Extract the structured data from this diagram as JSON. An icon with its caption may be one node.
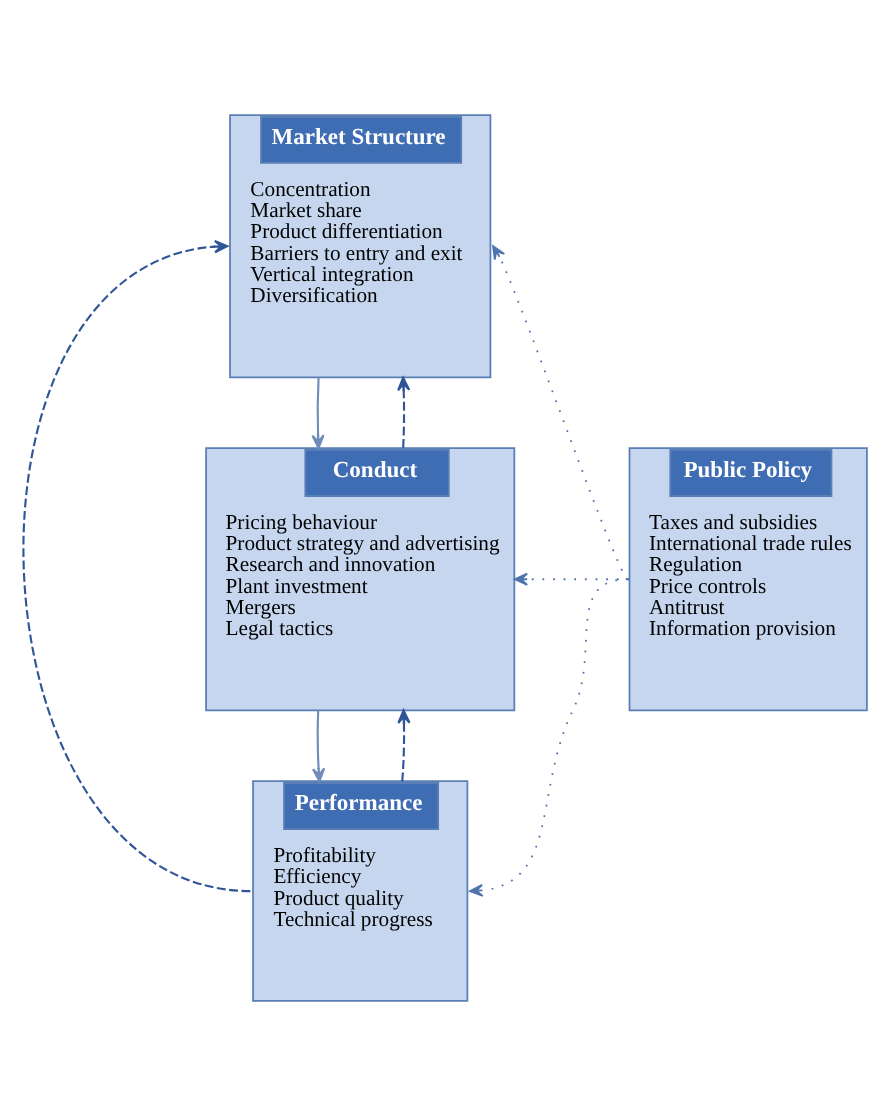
{
  "diagram": {
    "nodes": [
      {
        "text": [
          "Market Structure",
          "Concentration",
          "Market share",
          "Product differentiation",
          "Barriers to entry and exit",
          "Vertical integration",
          "Diversification"
        ]
      },
      {
        "text": [
          "Conduct",
          "Pricing behaviour",
          "Product strategy and advertising",
          "Research and innovation",
          "Plant investment",
          "Mergers",
          "Legal tactics"
        ]
      },
      {
        "text": [
          "Performance",
          "Profitability",
          "Efficiency",
          "Product quality",
          "Technical progress"
        ]
      },
      {
        "text": [
          "Public Policy",
          "Taxes and subsidies",
          "International trade rules",
          "Regulation",
          "Price controls",
          "Antitrust",
          "Information provision"
        ]
      }
    ],
    "edges": [
      {
        "from": 0,
        "to": 1,
        "arrow": "to",
        "color": "#6f8cba"
      },
      {
        "from": 1,
        "to": 0,
        "arrow": "to",
        "style": "dashed"
      },
      {
        "from": 1,
        "to": 2,
        "arrow": "to",
        "color": "#6f8cba"
      },
      {
        "from": 2,
        "to": 1,
        "arrow": "to",
        "style": "dashed"
      },
      {
        "from": 2,
        "to": 0,
        "arrow": "to",
        "style": "dashed"
      },
      {
        "from": 3,
        "to": 0,
        "arrow": "to",
        "style": "dashed",
        "color": "#4f74ad"
      },
      {
        "from": 3,
        "to": 1,
        "arrow": "to",
        "style": "dashed",
        "color": "#4f74ad"
      },
      {
        "from": 3,
        "to": 2,
        "arrow": "to",
        "style": "dashed",
        "color": "#4f74ad"
      }
    ]
  }
}
